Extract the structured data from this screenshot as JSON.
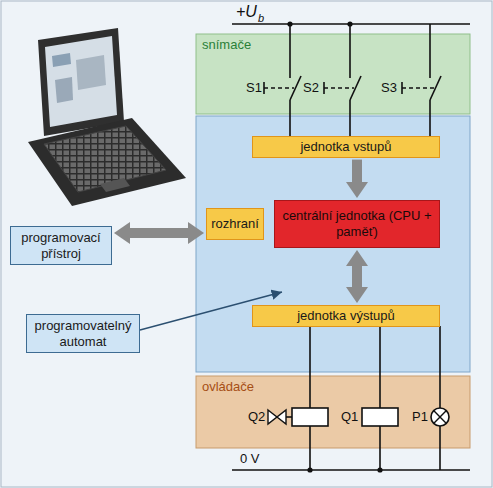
{
  "diagram": {
    "nodes": [
      {
        "text": [
          "snímače"
        ]
      },
      {
        "text": [
          "jednotka vstupů"
        ]
      },
      {
        "text": [
          "programovací přístroj"
        ]
      },
      {
        "text": [
          "rozhraní"
        ]
      },
      {
        "text": [
          "centrální jednotka (CPU + paměť)"
        ]
      },
      {
        "text": [
          "jednotka výstupů"
        ]
      },
      {
        "text": [
          "programovatelný automat"
        ]
      },
      {
        "text": [
          "ovládače"
        ]
      }
    ],
    "edges": [
      {
        "from": 1,
        "to": 4,
        "arrow": "to"
      },
      {
        "from": 2,
        "to": 3,
        "arrow": "both"
      },
      {
        "from": 4,
        "to": 5,
        "arrow": "both"
      }
    ],
    "labels": [
      "+U",
      "b",
      "S1",
      "S2",
      "S3",
      "Q2",
      "Q1",
      "P1",
      "0 V"
    ]
  }
}
